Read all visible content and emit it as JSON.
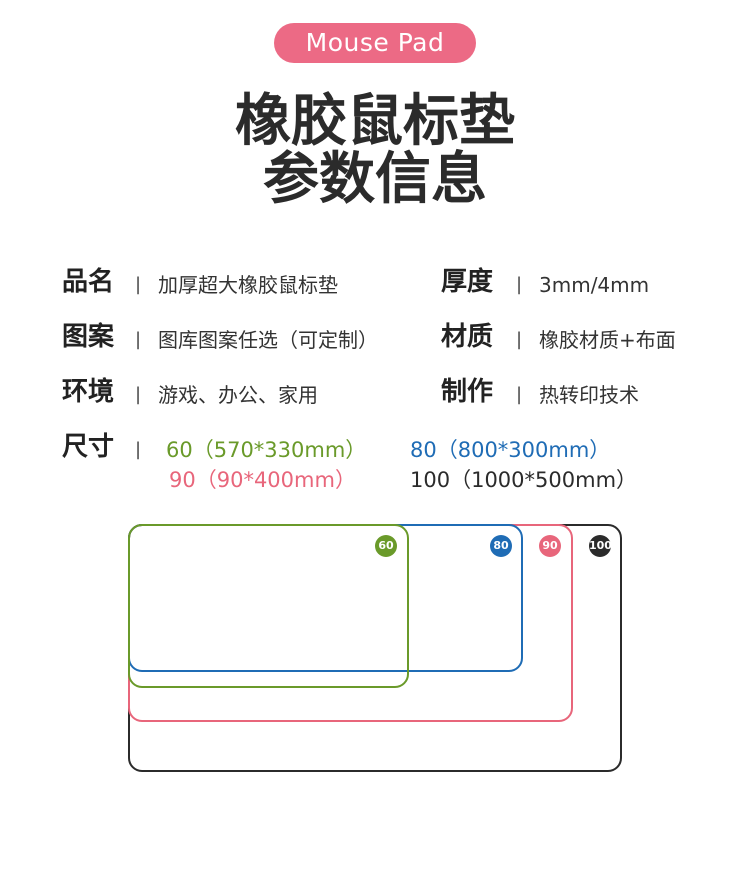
{
  "badge": "Mouse Pad",
  "title": {
    "line1": "橡胶鼠标垫",
    "line2": "参数信息"
  },
  "specs": {
    "name": {
      "label": "品名",
      "value": "加厚超大橡胶鼠标垫"
    },
    "thickness": {
      "label": "厚度",
      "value": "3mm/4mm"
    },
    "pattern": {
      "label": "图案",
      "value": "图库图案任选（可定制）"
    },
    "material": {
      "label": "材质",
      "value": "橡胶材质+布面"
    },
    "environment": {
      "label": "环境",
      "value": "游戏、办公、家用"
    },
    "craft": {
      "label": "制作",
      "value": "热转印技术"
    },
    "size_label": "尺寸",
    "separator": "|"
  },
  "sizes": [
    {
      "id": "60",
      "text": "60（570*330mm）",
      "color": "#6a9a2a"
    },
    {
      "id": "80",
      "text": "80（800*300mm）",
      "color": "#1f6cb5"
    },
    {
      "id": "90",
      "text": "90（90*400mm）",
      "color": "#e8667b"
    },
    {
      "id": "100",
      "text": "100（1000*500mm）",
      "color": "#2b2b2b"
    }
  ],
  "diagram": {
    "pads": [
      {
        "id": "100",
        "label": "100",
        "color": "#2b2b2b"
      },
      {
        "id": "90",
        "label": "90",
        "color": "#e8667b"
      },
      {
        "id": "80",
        "label": "80",
        "color": "#1f6cb5"
      },
      {
        "id": "60",
        "label": "60",
        "color": "#6a9a2a"
      }
    ]
  }
}
